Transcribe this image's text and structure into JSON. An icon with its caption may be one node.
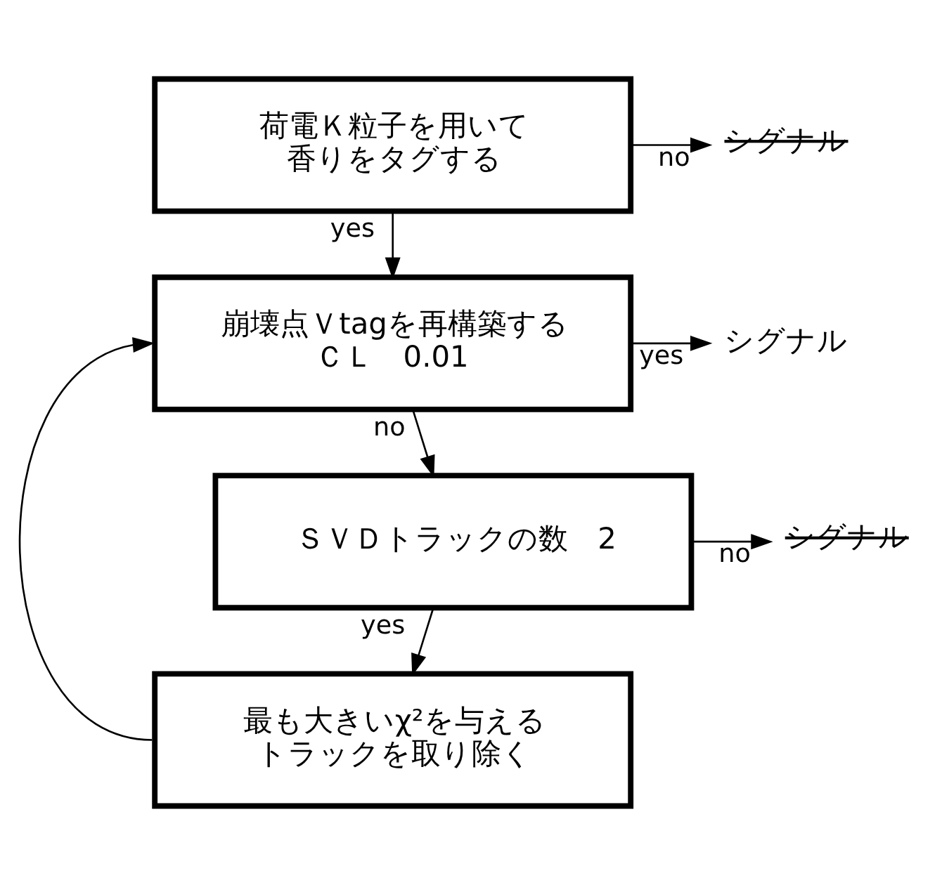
{
  "diagram": {
    "nodes": [
      {
        "text": [
          "荷電Ｋ粒子を用いて香りをタグする"
        ]
      },
      {
        "text": [
          "シグナル"
        ]
      },
      {
        "text": [
          "崩壊点Ｖtagを再構築する",
          "ＣＬ　0.01"
        ]
      },
      {
        "text": [
          "シグナル"
        ]
      },
      {
        "text": [
          "ＳＶＤトラックの数　2"
        ]
      },
      {
        "text": [
          "シグナル"
        ]
      },
      {
        "text": [
          "最も大きいχ²を与えるトラックを取り除く"
        ]
      }
    ],
    "edges": [
      {
        "from": 0,
        "to": 1,
        "arrow": "to",
        "label": "no"
      },
      {
        "from": 0,
        "to": 2,
        "arrow": "to",
        "label": "yes"
      },
      {
        "from": 2,
        "to": 3,
        "arrow": "to",
        "label": "yes"
      },
      {
        "from": 2,
        "to": 4,
        "arrow": "to",
        "label": "no"
      },
      {
        "from": 4,
        "to": 5,
        "arrow": "to",
        "label": "no"
      },
      {
        "from": 4,
        "to": 6,
        "arrow": "to",
        "label": "yes"
      },
      {
        "from": 6,
        "to": 2,
        "arrow": "to"
      }
    ]
  }
}
